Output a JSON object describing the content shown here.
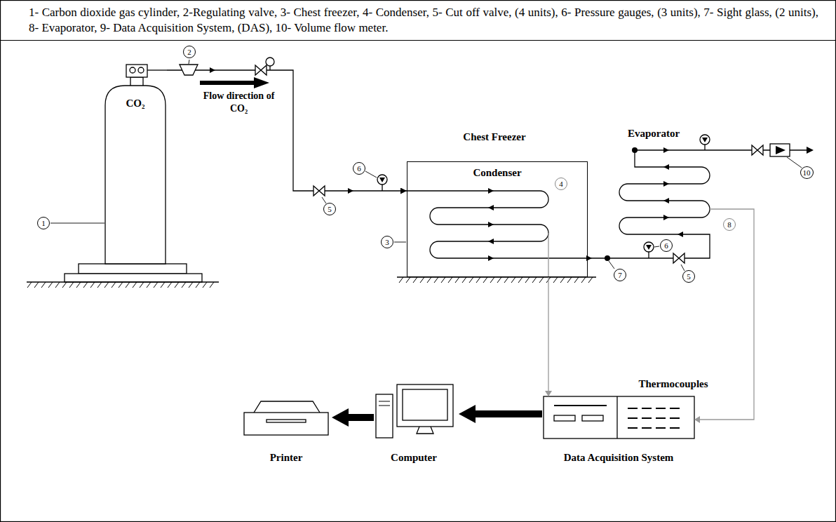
{
  "diagram": {
    "nodes": [
      {
        "text": [
          "1- Carbon dioxide gas cylinder, 2-Regulating valve, 3- Chest freezer, 4- Condenser, 5- Cut off valve, (4 units), 6- Pressure gauges, (3 units), 7- Sight glass, (2 units), 8- Evaporator, 9- Data Acquisition System, (DAS), 10- Volume flow meter."
        ]
      },
      {
        "text": [
          "CO₂"
        ]
      },
      {
        "text": [
          "Condenser"
        ]
      }
    ],
    "edges": [
      {
        "from": 1,
        "to": 2,
        "arrow": "to"
      }
    ],
    "labels": [
      "1",
      "2",
      "Flow direction of CO₂",
      "Chest Freezer",
      "3",
      "4",
      "6",
      "5",
      "Evaporator",
      "8",
      "10",
      "7",
      "6",
      "5",
      "Thermocouples",
      "Printer",
      "Computer",
      "Data Acquisition System"
    ]
  }
}
